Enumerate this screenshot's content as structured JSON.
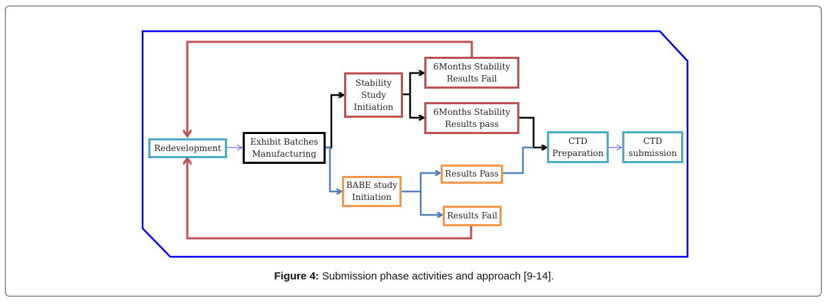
{
  "figure": {
    "caption_label": "Figure 4:",
    "caption_text": " Submission phase activities and approach [9-14]."
  },
  "nodes": {
    "redevelopment": "Redevelopment",
    "exhibit_batches": "Exhibit Batches\nManufacturing",
    "stability_initiation": "Stability\nStudy\nInitiation",
    "stability_fail": "6Months Stability\nResults Fail",
    "stability_pass": "6Months Stability\nResults pass",
    "babe_initiation": "BABE study\nInitiation",
    "babe_pass": "Results Pass",
    "babe_fail": "Results Fail",
    "ctd_preparation": "CTD\nPreparation",
    "ctd_submission": "CTD\nsubmission"
  },
  "colors": {
    "outline": "#0000ff",
    "loop": "#c0504d",
    "stability_path": "#000000",
    "babe_path": "#4f81bd",
    "thin_arrow": "#7070ff"
  }
}
